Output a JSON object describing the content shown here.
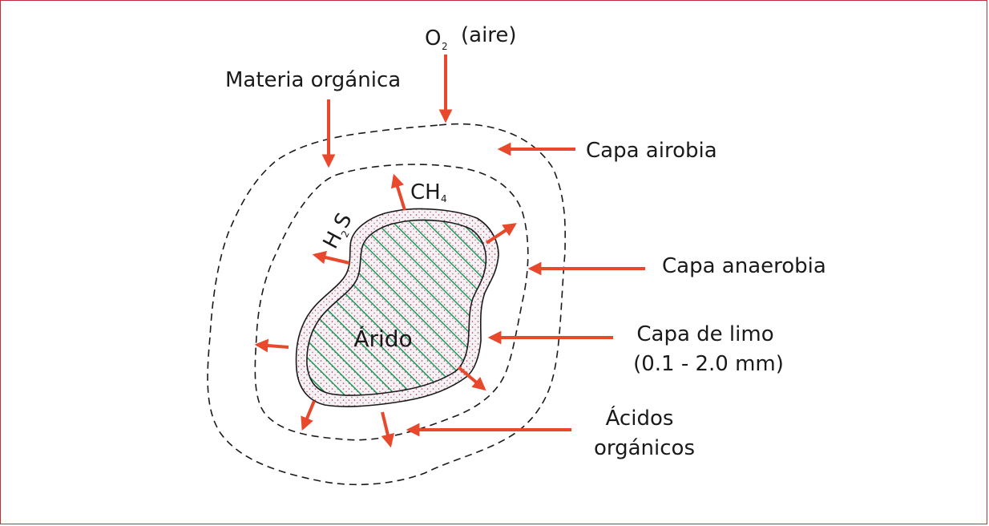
{
  "diagram": {
    "inputs": {
      "o2": {
        "main": "O",
        "sub": "2",
        "note": "(aire)"
      },
      "organic_matter": "Materia orgánica"
    },
    "products": {
      "methane": {
        "main": "CH",
        "sub": "4"
      },
      "hydrogen_sulfide": {
        "h": "H",
        "sub": "2",
        "s": "S"
      }
    },
    "core_label": "Árido",
    "layers": {
      "aerobic": "Capa airobia",
      "anaerobic": "Capa anaerobia",
      "slime": {
        "line1": "Capa de limo",
        "line2": "(0.1 - 2.0 mm)"
      }
    },
    "organic_acids": {
      "line1": "Ácidos",
      "line2": "orgánicos"
    },
    "colors": {
      "arrow": "#e8482b",
      "hatch": "#1d9a5b",
      "slime_dots": "#b0306e",
      "frame": "#c0303a",
      "outline": "#1a1a1a"
    }
  }
}
